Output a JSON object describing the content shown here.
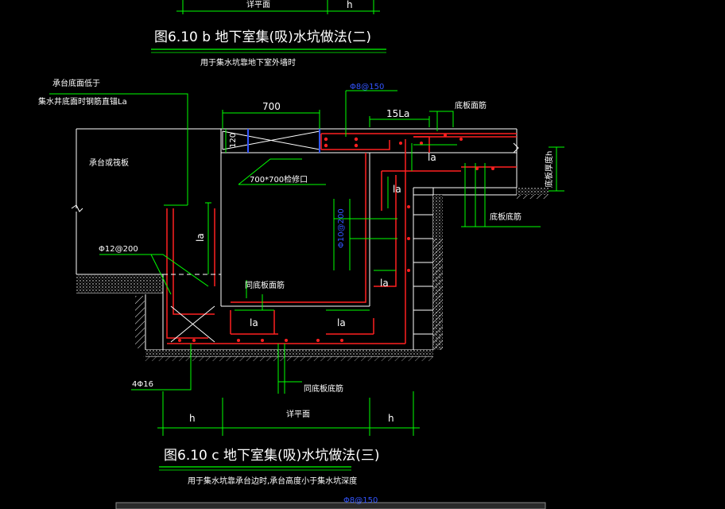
{
  "top_labels": {
    "ground": "详平面",
    "h": "h"
  },
  "figure_b": {
    "title": "图6.10 b  地下室集(吸)水坑做法(二)",
    "subtitle": "用于集水坑靠地下室外墙时"
  },
  "labels": {
    "pile_cap_note_1": "承台底面低于",
    "pile_cap_note_2": "集水井底面时钢筋直锚La",
    "pile_cap_slab": "承台或筏板",
    "dim_700": "700",
    "dim_120": "120",
    "hole": "700*700检修口",
    "rebar_top": "Φ8@150",
    "dim_15la": "15La",
    "slab_top_rebar": "底板面筋",
    "slab_thickness": "底板厚度h",
    "slab_bottom_rebar": "底板底筋",
    "rebar_side": "Φ12@200",
    "rebar_wall": "Φ10@200",
    "same_top_rebar": "同底板面筋",
    "same_bottom_rebar": "同底板底筋",
    "rebar_corner": "4Φ16",
    "la": "la",
    "La": "La",
    "h": "h",
    "ground": "详平面"
  },
  "figure_c": {
    "title": "图6.10 c  地下室集(吸)水坑做法(三)",
    "subtitle": "用于集水坑靠承台边时,承台高度小于集水坑深度"
  },
  "bottom_label": "Φ8@150",
  "colors": {
    "background": "#000000",
    "line": "#ffffff",
    "rebar": "#ff2020",
    "leader": "#00ff00",
    "blue": "#3355ff"
  }
}
